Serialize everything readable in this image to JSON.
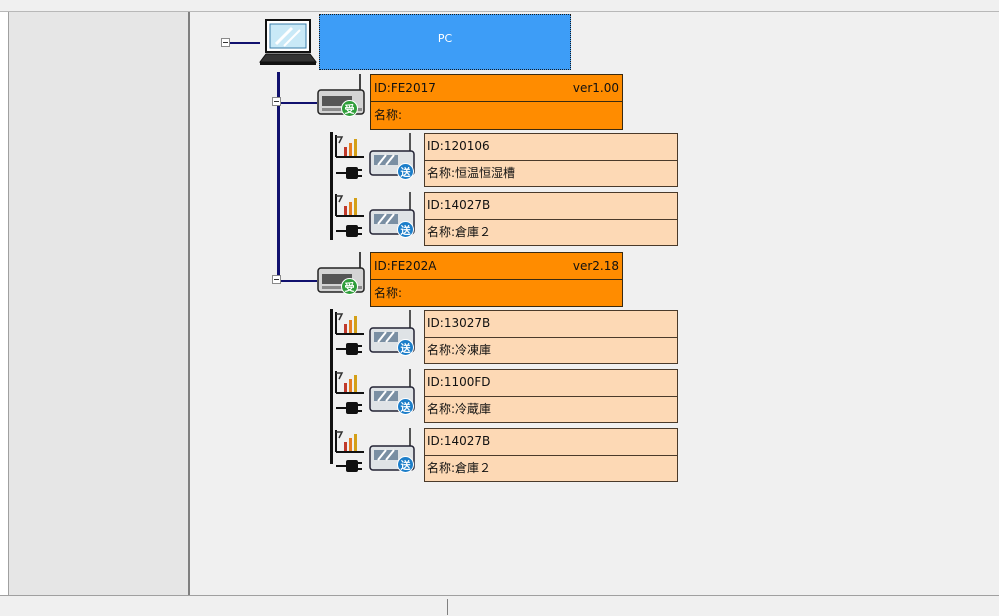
{
  "pc": {
    "label": "PC"
  },
  "receivers": [
    {
      "id": "ID:FE2017",
      "version": "ver1.00",
      "name": "名称:",
      "badge": "受",
      "senders": [
        {
          "id": "ID:120106",
          "name": "名称:恒温恒湿槽",
          "badge": "送"
        },
        {
          "id": "ID:14027B",
          "name": "名称:倉庫２",
          "badge": "送"
        }
      ]
    },
    {
      "id": "ID:FE202A",
      "version": "ver2.18",
      "name": "名称:",
      "badge": "受",
      "senders": [
        {
          "id": "ID:13027B",
          "name": "名称:冷凍庫",
          "badge": "送"
        },
        {
          "id": "ID:1100FD",
          "name": "名称:冷蔵庫",
          "badge": "送"
        },
        {
          "id": "ID:14027B",
          "name": "名称:倉庫２",
          "badge": "送"
        }
      ]
    }
  ],
  "colors": {
    "pc_highlight": "#3d9df7",
    "receiver_fill": "#ff8c00",
    "sender_fill": "#fdd9b5",
    "tree_line": "#11116e",
    "receive_badge": "#2f9e3a",
    "send_badge": "#1c7ec9"
  },
  "icons": {
    "pc": "laptop-icon",
    "receiver": "receiver-device-icon",
    "sender": "sender-device-icon",
    "signal": "signal-strength-icon",
    "power": "power-plug-icon"
  }
}
